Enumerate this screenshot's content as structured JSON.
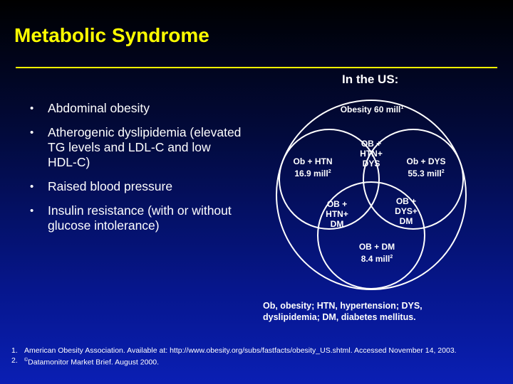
{
  "slide": {
    "title": "Metabolic Syndrome",
    "subtitle": "In the US:"
  },
  "bullets": [
    "Abdominal obesity",
    "Atherogenic dyslipidemia (elevated TG levels and LDL-C and low HDL-C)",
    "Raised blood pressure",
    "Insulin resistance (with or without glucose intolerance)"
  ],
  "venn": {
    "outer": {
      "label": "Obesity 60 mill",
      "sup": "1"
    },
    "htn": {
      "line1": "Ob + HTN",
      "line2": "16.9 mill",
      "sup": "2"
    },
    "dys": {
      "line1": "Ob + DYS",
      "line2": "55.3 mill",
      "sup": "2"
    },
    "dm": {
      "line1": "OB + DM",
      "line2": "8.4 mill",
      "sup": "2"
    },
    "htn_dys": [
      "OB +",
      "HTN+",
      "DYS"
    ],
    "htn_dm": [
      "OB +",
      "HTN+",
      "DM"
    ],
    "dys_dm": [
      "OB +",
      "DYS+",
      "DM"
    ]
  },
  "legend": "Ob, obesity; HTN, hypertension; DYS, dyslipidemia; DM, diabetes mellitus.",
  "references": [
    {
      "num": "1.",
      "pre": "",
      "text": "American Obesity Association.  Available at: http://www.obesity.org/subs/fastfacts/obesity_US.shtml. Accessed November 14, 2003."
    },
    {
      "num": "2.",
      "pre": "©",
      "text": "Datamonitor Market Brief. August 2000."
    }
  ],
  "colors": {
    "title": "#ffff00",
    "rule": "#ffff00",
    "text": "#ffffff"
  }
}
